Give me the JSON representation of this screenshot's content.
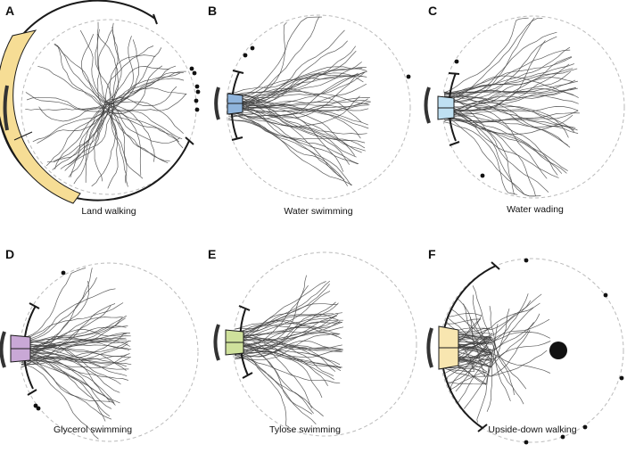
{
  "colors": {
    "yellow": "#f6dd95",
    "yellow_light": "#f8e6b0",
    "blue": "#8fb4dc",
    "light_blue": "#bfe0f2",
    "purple": "#c9a8d6",
    "green": "#cfe19c",
    "track": "#404040",
    "outline": "#1a1a1a",
    "dashed": "#bbbbbb"
  },
  "panels": [
    {
      "letter": "A",
      "caption": "Land walking",
      "sector_color": "yellow"
    },
    {
      "letter": "B",
      "caption": "Water swimming",
      "sector_color": "blue"
    },
    {
      "letter": "C",
      "caption": "Water wading",
      "sector_color": "light_blue"
    },
    {
      "letter": "D",
      "caption": "Glycerol swimming",
      "sector_color": "purple"
    },
    {
      "letter": "E",
      "caption": "Tylose swimming",
      "sector_color": "green"
    },
    {
      "letter": "F",
      "caption": "Upside-down walking",
      "sector_color": "yellow_light"
    }
  ]
}
